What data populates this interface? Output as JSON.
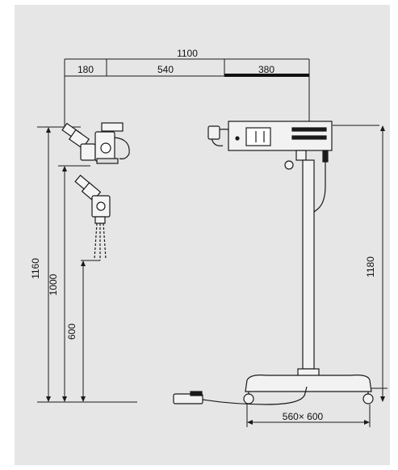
{
  "dimensions": {
    "overall_width": "1100",
    "seg_left": "180",
    "seg_mid": "540",
    "seg_right": "380",
    "height_total": "1160",
    "height_eyepiece": "1000",
    "height_working": "600",
    "height_arm": "1180",
    "base_footprint": "560× 600"
  },
  "colors": {
    "background": "#e6e6e6",
    "line": "#1a1a1a",
    "accent_bar": "#111111"
  }
}
